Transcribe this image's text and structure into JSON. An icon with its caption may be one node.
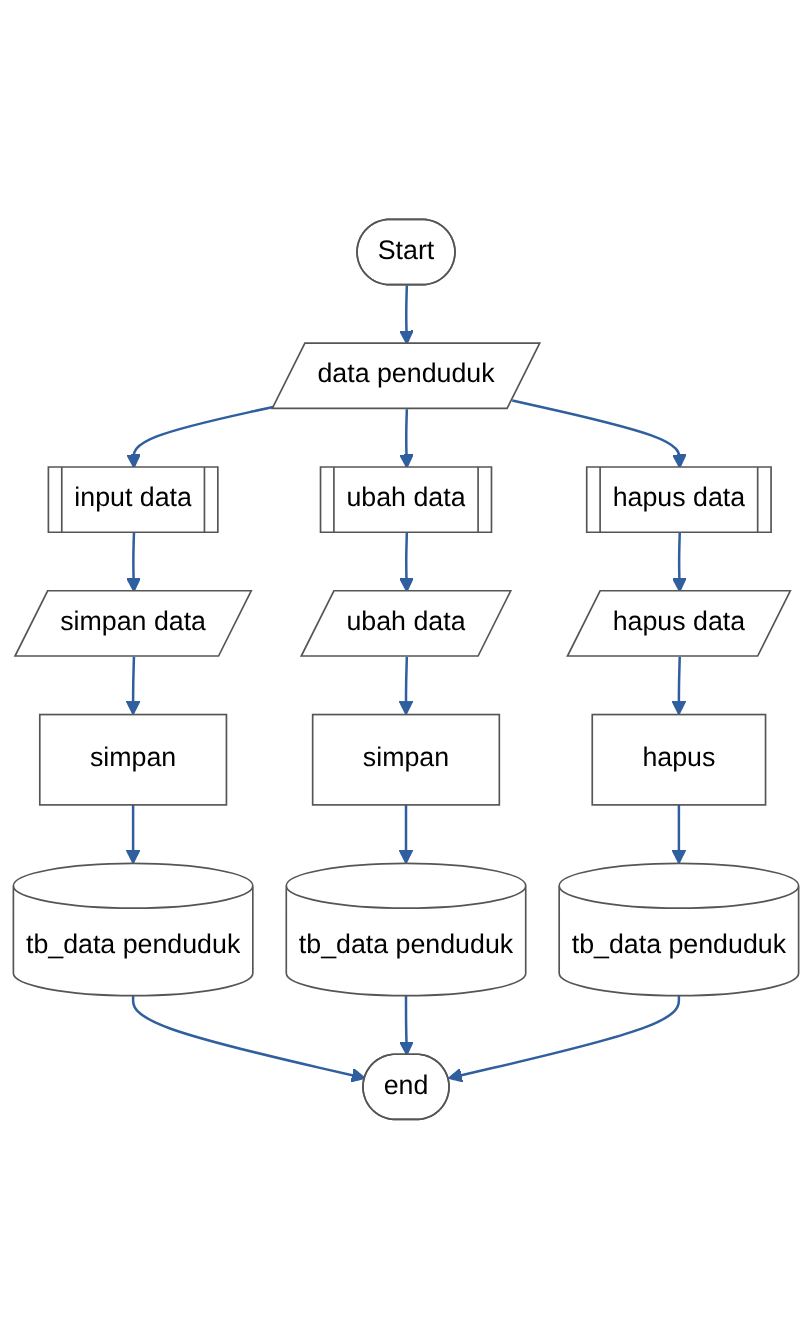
{
  "diagram": {
    "nodes": [
      {
        "text": [
          "Start"
        ]
      },
      {
        "text": [
          "data penduduk"
        ]
      },
      {
        "text": [
          "input data"
        ]
      },
      {
        "text": [
          "ubah data"
        ]
      },
      {
        "text": [
          "hapus data"
        ]
      },
      {
        "text": [
          "simpan data"
        ]
      },
      {
        "text": [
          "ubah data"
        ]
      },
      {
        "text": [
          "hapus data"
        ]
      },
      {
        "text": [
          "simpan"
        ]
      },
      {
        "text": [
          "simpan"
        ]
      },
      {
        "text": [
          "hapus"
        ]
      },
      {
        "text": [
          "tb_data penduduk"
        ]
      },
      {
        "text": [
          "tb_data penduduk"
        ]
      },
      {
        "text": [
          "tb_data penduduk"
        ]
      },
      {
        "text": [
          "end"
        ]
      }
    ],
    "edges": [
      {
        "from": 0,
        "to": 1,
        "arrow": "to"
      },
      {
        "from": 1,
        "to": 2,
        "arrow": "to"
      },
      {
        "from": 1,
        "to": 3,
        "arrow": "to"
      },
      {
        "from": 1,
        "to": 4,
        "arrow": "to"
      },
      {
        "from": 2,
        "to": 5,
        "arrow": "to"
      },
      {
        "from": 3,
        "to": 6,
        "arrow": "to"
      },
      {
        "from": 4,
        "to": 7,
        "arrow": "to"
      },
      {
        "from": 5,
        "to": 8,
        "arrow": "to"
      },
      {
        "from": 6,
        "to": 9,
        "arrow": "to"
      },
      {
        "from": 7,
        "to": 10,
        "arrow": "to"
      },
      {
        "from": 8,
        "to": 11,
        "arrow": "to"
      },
      {
        "from": 9,
        "to": 12,
        "arrow": "to"
      },
      {
        "from": 10,
        "to": 13,
        "arrow": "to"
      },
      {
        "from": 11,
        "to": 14,
        "arrow": "to"
      },
      {
        "from": 12,
        "to": 14,
        "arrow": "to"
      },
      {
        "from": 13,
        "to": 14,
        "arrow": "to"
      }
    ]
  }
}
